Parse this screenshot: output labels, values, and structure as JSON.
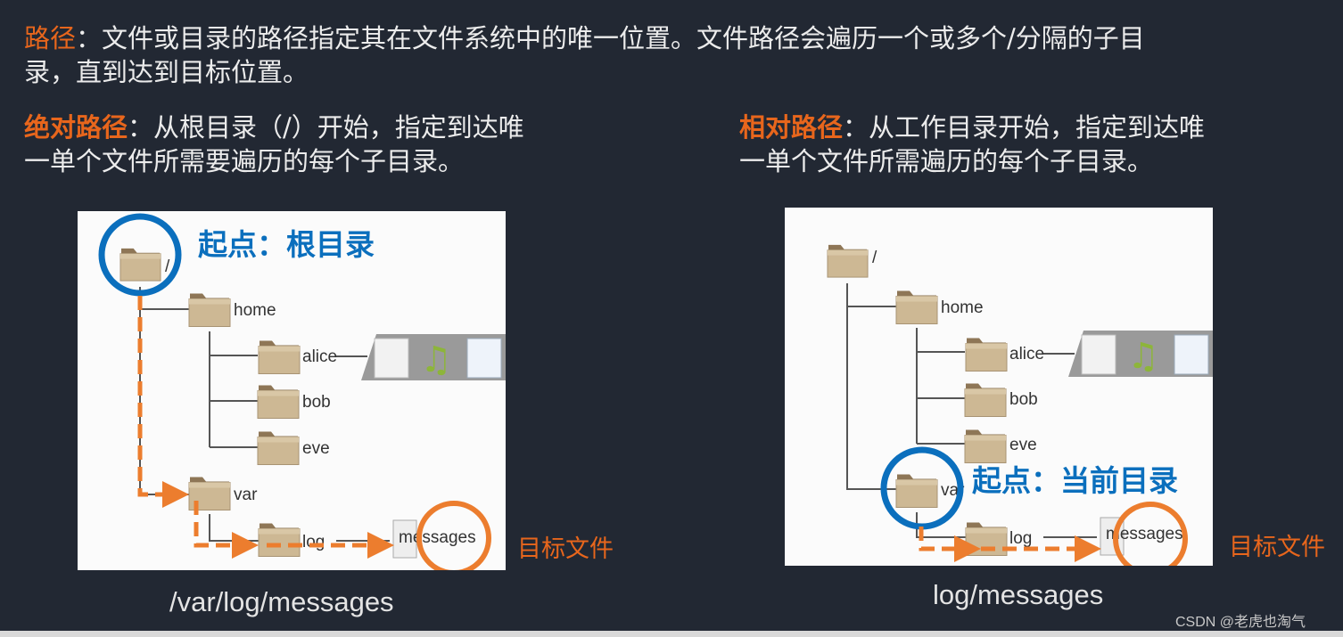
{
  "intro": {
    "term": "路径",
    "line1": "：文件或目录的路径指定其在文件系统中的唯一位置。文件路径会遍历一个或多个/分隔的子目",
    "line2": "录，直到达到目标位置。"
  },
  "absolute": {
    "term": "绝对路径",
    "line1": "：从根目录（/）开始，指定到达唯",
    "line2": "一单个文件所需要遍历的每个子目录。",
    "start_label": "起点：根目录",
    "target_label": "目标文件",
    "path_example": "/var/log/messages"
  },
  "relative": {
    "term": "相对路径",
    "line1": "：从工作目录开始，指定到达唯",
    "line2": "一单个文件所需遍历的每个子目录。",
    "start_label": "起点：当前目录",
    "target_label": "目标文件",
    "path_example": "log/messages"
  },
  "tree": {
    "root": "/",
    "home": "home",
    "alice": "alice",
    "bob": "bob",
    "eve": "eve",
    "var": "var",
    "log": "log",
    "messages": "messages"
  },
  "credit": "CSDN @老虎也淘气",
  "colors": {
    "highlight": "#e8661c",
    "start_circle": "#0b6fbd",
    "background": "#222833"
  }
}
